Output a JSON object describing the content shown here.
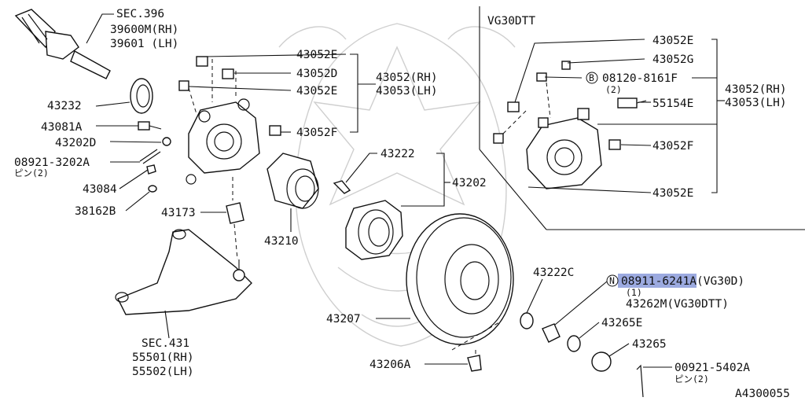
{
  "labels": {
    "sec396": "SEC.396",
    "p39600m": "39600M(RH)",
    "p39601": "39601 (LH)",
    "p43232": "43232",
    "p43081a": "43081A",
    "p43202d": "43202D",
    "p08921_3202a": "08921-3202A",
    "pin2_a": "ピン(2)",
    "p43084": "43084",
    "p38162b": "38162B",
    "p43173": "43173",
    "p43052e_1": "43052E",
    "p43052d": "43052D",
    "p43052e_2": "43052E",
    "p43052f_1": "43052F",
    "p43052rh_1": "43052(RH)",
    "p43053lh_1": "43053(LH)",
    "p43222": "43222",
    "p43202": "43202",
    "p43210": "43210",
    "p43222c": "43222C",
    "p43207": "43207",
    "p43206a": "43206A",
    "sec431": "SEC.431",
    "p55501": "55501(RH)",
    "p55502": "55502(LH)",
    "n_marker": "N",
    "p08911_6241a": "08911-6241A(VG30D)",
    "qty1": "(1)",
    "p43262m": "43262M(VG30DTT)",
    "p43265e": "43265E",
    "p43265": "43265",
    "p00921_5402a": "00921-5402A",
    "pin2_b": "ピン(2)",
    "code": "A4300055",
    "vg30dtt": "VG30DTT",
    "r_43052e_1": "43052E",
    "r_43052g": "43052G",
    "b_marker": "B",
    "r_08120": "08120-8161F",
    "r_qty2": "(2)",
    "r_55154e": "55154E",
    "r_43052f": "43052F",
    "r_43052e_2": "43052E",
    "r_43052rh": "43052(RH)",
    "r_43053lh": "43053(LH)"
  },
  "colors": {
    "highlight": "#7b8ed6",
    "line": "#111111",
    "watermark": "#cfcfcf"
  }
}
